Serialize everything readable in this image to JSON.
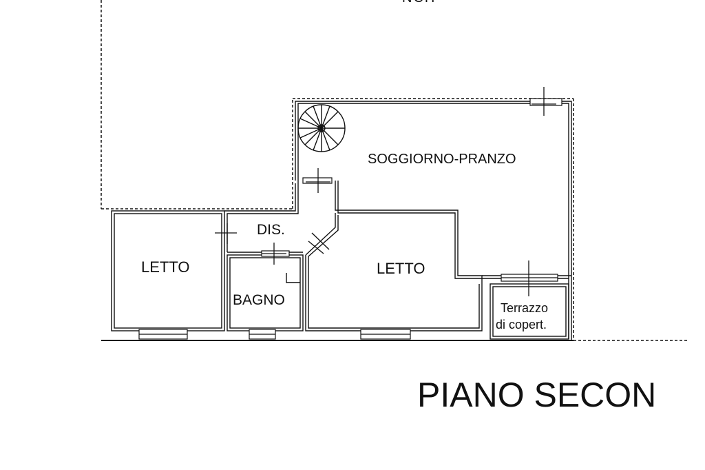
{
  "top_label_cut": "NCH",
  "rooms": {
    "soggiorno": "SOGGIORNO-PRANZO",
    "dis": "DIS.",
    "letto_left": "LETTO",
    "letto_right": "LETTO",
    "bagno": "BAGNO",
    "terrazzo_line1": "Terrazzo",
    "terrazzo_line2": "di copert."
  },
  "title": "PIANO SECON",
  "colors": {
    "line": "#111111",
    "background": "#ffffff"
  }
}
